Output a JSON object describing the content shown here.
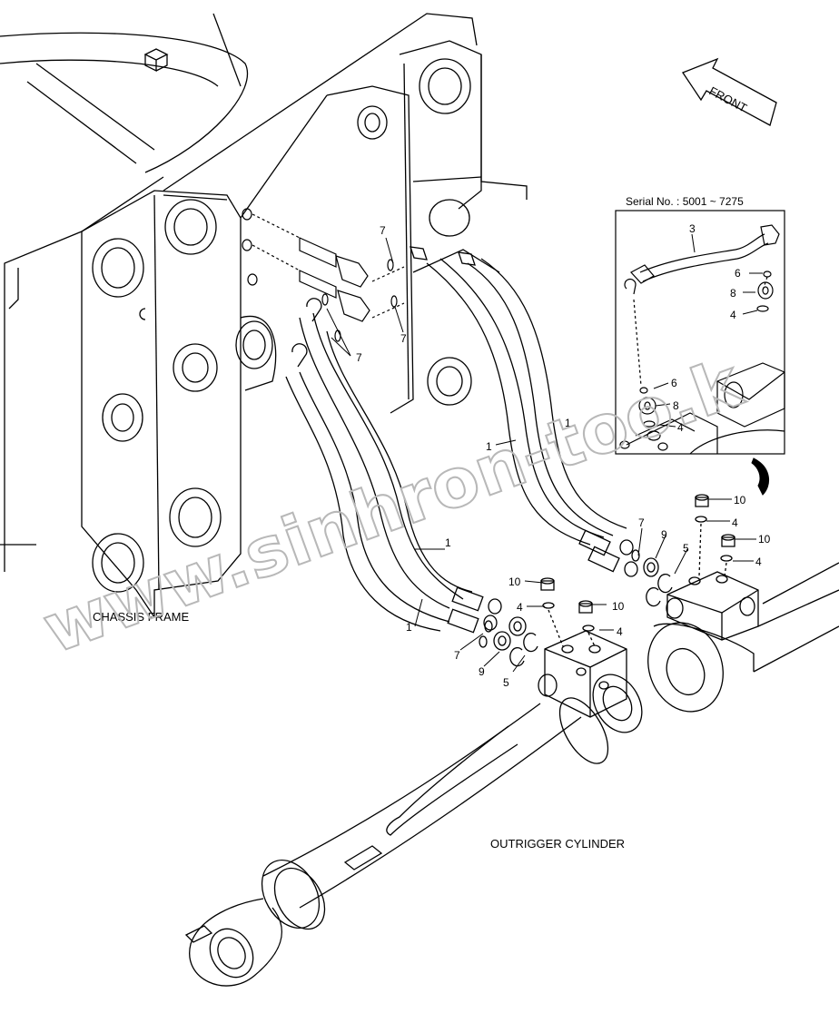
{
  "labels": {
    "chassis_frame": "CHASSIS FRAME",
    "outrigger_cylinder": "OUTRIGGER CYLINDER",
    "front": "FRONT",
    "serial_no": "Serial No. : 5001 ~ 7275",
    "watermark": "www.sinhron-too.k"
  },
  "callouts": {
    "c1a": "1",
    "c1b": "1",
    "c1c": "1",
    "c1d": "1",
    "c3": "3",
    "c4a": "4",
    "c4b": "4",
    "c4c": "4",
    "c4d": "4",
    "c4e": "4",
    "c4f": "4",
    "c5a": "5",
    "c5b": "5",
    "c6a": "6",
    "c6b": "6",
    "c7a": "7",
    "c7b": "7",
    "c7c": "7",
    "c7d": "7",
    "c7e": "7",
    "c8a": "8",
    "c8b": "8",
    "c9a": "9",
    "c9b": "9",
    "c10a": "10",
    "c10b": "10",
    "c10c": "10",
    "c10d": "10"
  }
}
